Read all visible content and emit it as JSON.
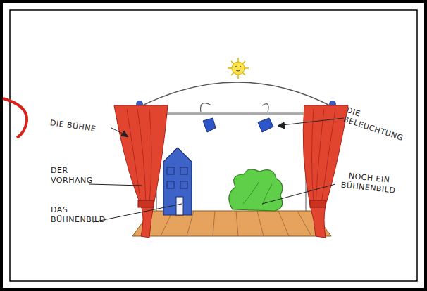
{
  "diagram": {
    "labels": [
      "DIE BÜHNE",
      "DER VORHANG",
      "DAS BÜHNENBILD",
      "DIE BELEUCHTUNG",
      "NOCH EIN BÜHNENBILD"
    ]
  }
}
